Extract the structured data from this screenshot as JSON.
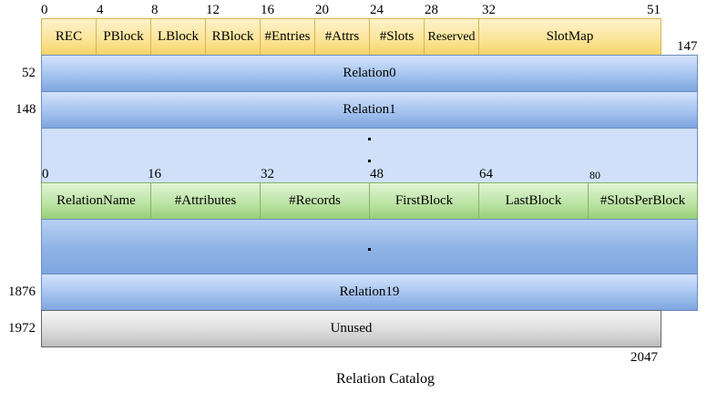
{
  "header_offsets": [
    "0",
    "4",
    "8",
    "12",
    "16",
    "20",
    "24",
    "28",
    "32",
    "51"
  ],
  "header_fields": [
    "REC",
    "PBlock",
    "LBlock",
    "RBlock",
    "#Entries",
    "#Attrs",
    "#Slots",
    "Reserved",
    "SlotMap"
  ],
  "relations": {
    "relation0": {
      "label": "Relation0",
      "offset": "52",
      "end_offset": "147"
    },
    "relation1": {
      "label": "Relation1",
      "offset": "148"
    },
    "relation19": {
      "label": "Relation19",
      "offset": "1876"
    }
  },
  "entry_offsets": [
    "0",
    "16",
    "32",
    "48",
    "64",
    "80"
  ],
  "entry_fields": [
    "RelationName",
    "#Attributes",
    "#Records",
    "FirstBlock",
    "LastBlock",
    "#SlotsPerBlock"
  ],
  "unused": {
    "label": "Unused",
    "offset": "1972",
    "end_offset": "2047"
  },
  "caption": "Relation Catalog",
  "colors": {
    "header_fill": "#fbe59a",
    "relation_fill": "#a9c6f1",
    "entry_fill": "#bde4a6",
    "unused_fill": "#dcdcdc"
  }
}
